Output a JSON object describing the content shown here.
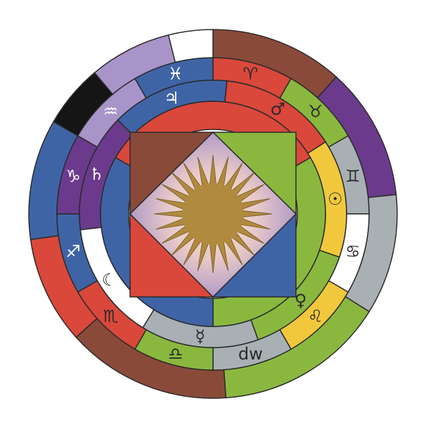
{
  "colors": {
    "background": "#ffffff",
    "outline": "#2b2b2b",
    "red": "#d9483b",
    "brown": "#8a4a3a",
    "purple": "#6b3a8c",
    "lavender": "#a994c9",
    "blue": "#3f64a6",
    "white": "#ffffff",
    "black": "#151515",
    "gray": "#a8b0b4",
    "green": "#8ab83f",
    "yellow": "#f1c83c",
    "pink": "#e7a0a8",
    "sun": "#b08a3e"
  },
  "outer_ring": [
    {
      "name": "segment-brown-top",
      "color": "brown"
    },
    {
      "name": "segment-purple",
      "color": "purple"
    },
    {
      "name": "segment-gray",
      "color": "gray"
    },
    {
      "name": "segment-green",
      "color": "green"
    },
    {
      "name": "segment-brown-bottom",
      "color": "brown"
    },
    {
      "name": "segment-red",
      "color": "red"
    },
    {
      "name": "segment-blue",
      "color": "blue"
    },
    {
      "name": "segment-black",
      "color": "black"
    },
    {
      "name": "segment-lavender",
      "color": "lavender"
    },
    {
      "name": "segment-white",
      "color": "white"
    }
  ],
  "zodiac_ring": [
    {
      "name": "aries",
      "color": "red",
      "symbol": "♈",
      "glyph_color": "dark"
    },
    {
      "name": "taurus",
      "color": "green",
      "symbol": "♉",
      "glyph_color": "dark"
    },
    {
      "name": "gemini",
      "color": "gray",
      "symbol": "♊",
      "glyph_color": "dark"
    },
    {
      "name": "cancer",
      "color": "white",
      "symbol": "♋",
      "glyph_color": "dark"
    },
    {
      "name": "leo",
      "color": "yellow",
      "symbol": "♌",
      "glyph_color": "dark"
    },
    {
      "name": "virgo",
      "color": "gray",
      "symbol": "dw",
      "glyph_color": "dark"
    },
    {
      "name": "libra",
      "color": "green",
      "symbol": "♎",
      "glyph_color": "dark"
    },
    {
      "name": "scorpio",
      "color": "red",
      "symbol": "♏",
      "glyph_color": "dark"
    },
    {
      "name": "sagittarius",
      "color": "blue",
      "symbol": "♐",
      "glyph_color": "light"
    },
    {
      "name": "capricorn",
      "color": "purple",
      "symbol": "♑",
      "glyph_color": "light"
    },
    {
      "name": "aquarius",
      "color": "lavender",
      "symbol": "♒",
      "glyph_color": "light"
    },
    {
      "name": "pisces",
      "color": "blue",
      "symbol": "♓",
      "glyph_color": "light"
    }
  ],
  "planet_ring": [
    {
      "name": "mars",
      "color": "red",
      "symbol": "♂",
      "glyph_color": "dark"
    },
    {
      "name": "sun",
      "color": "yellow",
      "symbol": "☉",
      "glyph_color": "dark"
    },
    {
      "name": "venus",
      "color": "green",
      "symbol": "♀",
      "glyph_color": "dark"
    },
    {
      "name": "mercury",
      "color": "gray",
      "symbol": "☿",
      "glyph_color": "dark"
    },
    {
      "name": "moon",
      "color": "white",
      "symbol": "☾",
      "glyph_color": "dark"
    },
    {
      "name": "saturn",
      "color": "purple",
      "symbol": "♄",
      "glyph_color": "light"
    },
    {
      "name": "jupiter",
      "color": "blue",
      "symbol": "♃",
      "glyph_color": "light"
    }
  ],
  "inner_ring": [
    {
      "name": "inner-red",
      "color": "red"
    },
    {
      "name": "inner-green",
      "color": "green"
    },
    {
      "name": "inner-blue",
      "color": "blue"
    }
  ],
  "square_triangles": [
    {
      "name": "triangle-brown-top-left",
      "color": "brown"
    },
    {
      "name": "triangle-green-top-right",
      "color": "green"
    },
    {
      "name": "triangle-blue-bottom-right",
      "color": "blue"
    },
    {
      "name": "triangle-red-bottom-left",
      "color": "red"
    }
  ]
}
